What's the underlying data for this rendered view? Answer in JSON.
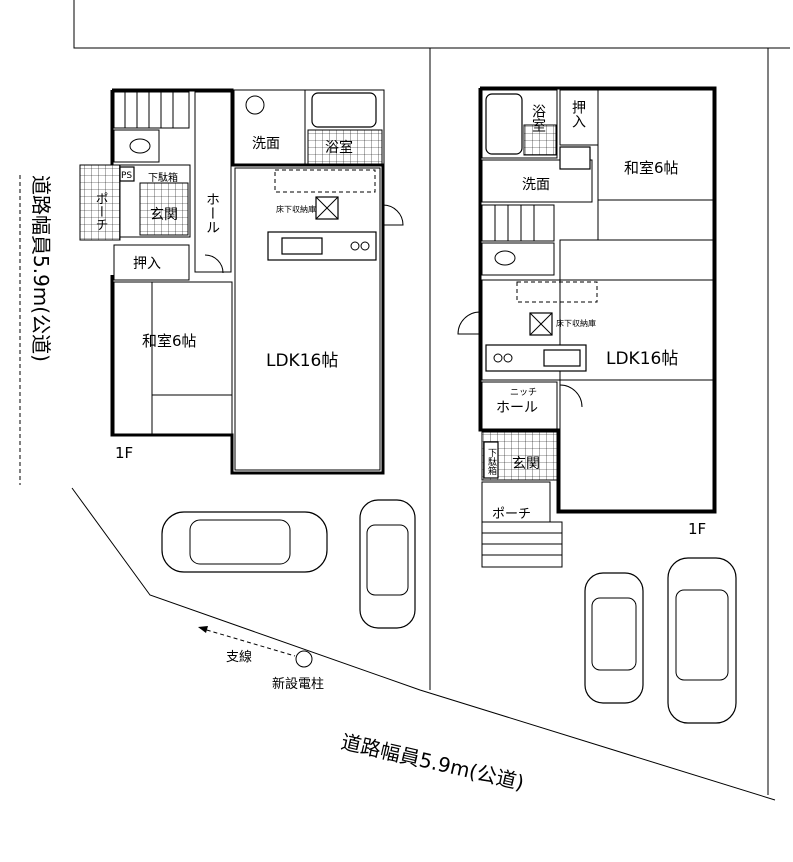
{
  "road_left": "道路幅員5.9m(公道)",
  "road_bottom": "道路幅員5.9m(公道)",
  "pole_label": "新設電柱",
  "guy_wire_label": "支線",
  "house_a": {
    "floor": "1F",
    "ldk": "LDK16帖",
    "washitsu": "和室6帖",
    "oshiire": "押入",
    "genkan": "玄関",
    "porch": "ポーチ",
    "hall": "ホール",
    "senmen": "洗面",
    "yokushitsu": "浴室",
    "ps": "PS",
    "shoe_box": "下駄箱",
    "underfloor": "床下収納庫"
  },
  "house_b": {
    "floor": "1F",
    "ldk": "LDK16帖",
    "washitsu": "和室6帖",
    "oshiire": "押入",
    "genkan": "玄関",
    "porch": "ポーチ",
    "hall": "ホール",
    "niche": "ニッチ",
    "senmen": "洗面",
    "yokushitsu": "浴室",
    "shoe_box": "下駄箱",
    "underfloor": "床下収納庫"
  }
}
